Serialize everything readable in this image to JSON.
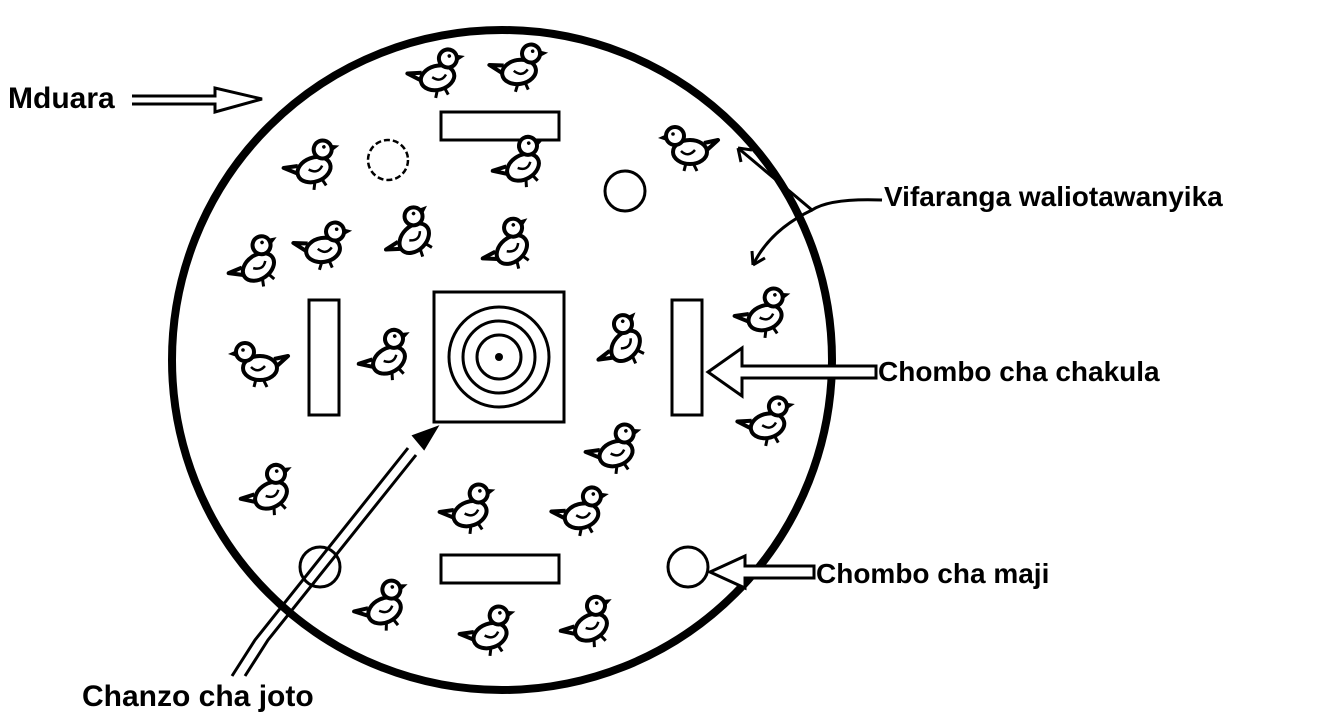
{
  "labels": {
    "brooder_guard": "Mduara",
    "scattered_chicks": "Vifaranga waliotawanyika",
    "feeder": "Chombo cha chakula",
    "waterer": "Chombo cha maji",
    "heat_source": "Chanzo cha joto"
  },
  "colors": {
    "ink": "#000000",
    "paper": "#ffffff"
  },
  "icons": {
    "chick": "chick-icon",
    "feeder": "feeder-icon",
    "waterer": "waterer-icon",
    "heater": "heater-icon"
  }
}
